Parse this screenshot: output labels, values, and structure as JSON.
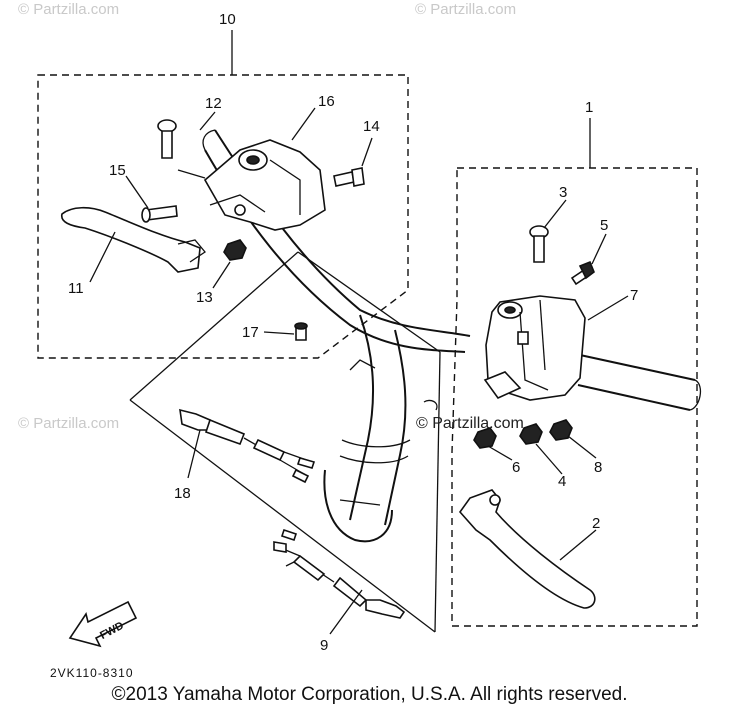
{
  "watermarks": {
    "top_left": "© Partzilla.com",
    "top_right": "© Partzilla.com",
    "mid_left": "© Partzilla.com",
    "center": "© Partzilla.com"
  },
  "callouts": {
    "c1": "1",
    "c2": "2",
    "c3": "3",
    "c4": "4",
    "c5": "5",
    "c6": "6",
    "c7": "7",
    "c8": "8",
    "c9": "9",
    "c10": "10",
    "c11": "11",
    "c12": "12",
    "c13": "13",
    "c14": "14",
    "c15": "15",
    "c16": "16",
    "c17": "17",
    "c18": "18"
  },
  "fwd_label": "FWD",
  "diagram_code": "2VK110-8310",
  "copyright": "©2013  Yamaha Motor Corporation, U.S.A. All rights reserved."
}
